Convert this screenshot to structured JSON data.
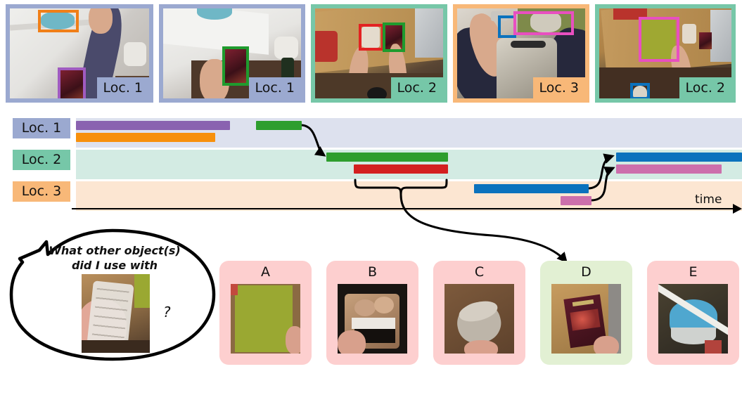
{
  "figure": {
    "type": "episodic-memory-qa-teaser",
    "caption_free": true
  },
  "frames": [
    {
      "id": "frame-1",
      "location_label": "Loc. 1",
      "border_color": "#9BA9D0",
      "tag_bg": "#9BA9D0",
      "boxes": [
        {
          "name": "bowl-box",
          "color": "#F07F18"
        },
        {
          "name": "package-box",
          "color": "#A05BC0"
        }
      ]
    },
    {
      "id": "frame-2",
      "location_label": "Loc. 1",
      "border_color": "#9BA9D0",
      "tag_bg": "#9BA9D0",
      "boxes": [
        {
          "name": "cookbook-box",
          "color": "#1F9B2E"
        }
      ]
    },
    {
      "id": "frame-3",
      "location_label": "Loc. 2",
      "border_color": "#76C7A8",
      "tag_bg": "#76C7A8",
      "boxes": [
        {
          "name": "egg-tray-box",
          "color": "#E32222"
        },
        {
          "name": "cookbook-box",
          "color": "#1F9B2E"
        }
      ]
    },
    {
      "id": "frame-4",
      "location_label": "Loc. 3",
      "border_color": "#F8B878",
      "tag_bg": "#F8B878",
      "boxes": [
        {
          "name": "cup-box",
          "color": "#0B72BD"
        },
        {
          "name": "mat-box",
          "color": "#E84FC0"
        }
      ]
    },
    {
      "id": "frame-5",
      "location_label": "Loc. 2",
      "border_color": "#76C7A8",
      "tag_bg": "#76C7A8",
      "boxes": [
        {
          "name": "mat-box",
          "color": "#E84FC0"
        },
        {
          "name": "cup-box",
          "color": "#0B72BD"
        }
      ]
    }
  ],
  "timeline": {
    "axis_label": "time",
    "rows": [
      {
        "label": "Loc. 1",
        "label_bg": "#9BA9D0",
        "row_bg": "#DDE1EE"
      },
      {
        "label": "Loc. 2",
        "label_bg": "#76C7A8",
        "row_bg": "#D3EBE3"
      },
      {
        "label": "Loc. 3",
        "label_bg": "#F8B878",
        "row_bg": "#FCE6D2"
      }
    ],
    "tracks": [
      {
        "row": 0,
        "object": "package",
        "color": "#8A62B0",
        "start": 108,
        "end": 327,
        "lane": 0
      },
      {
        "row": 0,
        "object": "bowl",
        "color": "#F7900C",
        "start": 108,
        "end": 306,
        "lane": 1
      },
      {
        "row": 0,
        "object": "cookbook",
        "color": "#2E9E2E",
        "start": 364,
        "end": 429,
        "lane": 0
      },
      {
        "row": 1,
        "object": "cookbook",
        "color": "#2E9E2E",
        "start": 464,
        "end": 637,
        "lane": 0
      },
      {
        "row": 1,
        "object": "egg-tray",
        "color": "#D32020",
        "start": 503,
        "end": 637,
        "lane": 1
      },
      {
        "row": 1,
        "object": "cup",
        "color": "#0B72BD",
        "start": 876,
        "end": 1055,
        "lane": 0
      },
      {
        "row": 1,
        "object": "mat",
        "color": "#CC6FAC",
        "start": 876,
        "end": 1026,
        "lane": 1
      },
      {
        "row": 2,
        "object": "cup",
        "color": "#0B72BD",
        "start": 674,
        "end": 837,
        "lane": 0
      },
      {
        "row": 2,
        "object": "mat",
        "color": "#CC6FAC",
        "start": 797,
        "end": 841,
        "lane": 1
      }
    ],
    "brace": {
      "start": 503,
      "end": 637,
      "points_to": "option-D"
    }
  },
  "question": {
    "line1": "What other object(s)",
    "line2": "did I use with",
    "trailing": "?",
    "query_object": "egg-tray-thumbnail"
  },
  "options": [
    {
      "letter": "A",
      "object": "green-cutting-mat",
      "state": "wrong",
      "bg": "#FDCFCF"
    },
    {
      "letter": "B",
      "object": "egg-carton",
      "state": "wrong",
      "bg": "#FDCFCF"
    },
    {
      "letter": "C",
      "object": "cup",
      "state": "wrong",
      "bg": "#FDCFCF"
    },
    {
      "letter": "D",
      "object": "cookbook",
      "state": "correct",
      "bg": "#E2F0D3"
    },
    {
      "letter": "E",
      "object": "blue-bowl",
      "state": "wrong",
      "bg": "#FDCFCF"
    }
  ],
  "colors": {
    "loc1": "#9BA9D0",
    "loc2": "#76C7A8",
    "loc3": "#F8B878",
    "loc1_row": "#DDE1EE",
    "loc2_row": "#D3EBE3",
    "loc3_row": "#FCE6D2",
    "correct": "#E2F0D3",
    "wrong": "#FDCFCF",
    "purple": "#8A62B0",
    "orange": "#F7900C",
    "green": "#2E9E2E",
    "red": "#D32020",
    "blue": "#0B72BD",
    "pink": "#CC6FAC"
  }
}
